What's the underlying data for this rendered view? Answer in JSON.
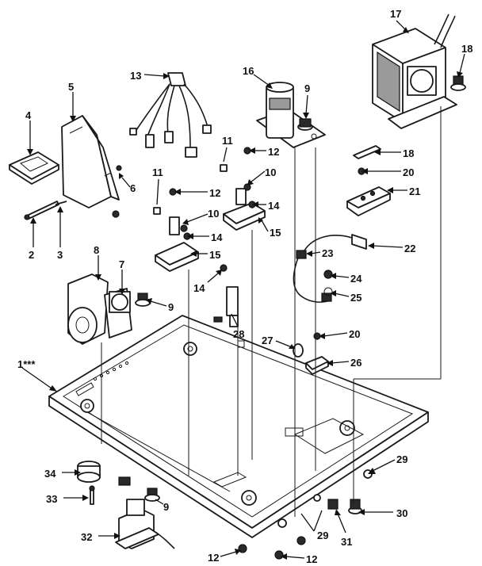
{
  "callouts": [
    {
      "key": "c1",
      "text": "1***"
    },
    {
      "key": "c2",
      "text": "2"
    },
    {
      "key": "c3",
      "text": "3"
    },
    {
      "key": "c4",
      "text": "4"
    },
    {
      "key": "c5",
      "text": "5"
    },
    {
      "key": "c6",
      "text": "6"
    },
    {
      "key": "c7",
      "text": "7"
    },
    {
      "key": "c8",
      "text": "8"
    },
    {
      "key": "c9a",
      "text": "9"
    },
    {
      "key": "c9b",
      "text": "9"
    },
    {
      "key": "c9c",
      "text": "9"
    },
    {
      "key": "c10a",
      "text": "10"
    },
    {
      "key": "c10b",
      "text": "10"
    },
    {
      "key": "c11a",
      "text": "11"
    },
    {
      "key": "c11b",
      "text": "11"
    },
    {
      "key": "c12a",
      "text": "12"
    },
    {
      "key": "c12b",
      "text": "12"
    },
    {
      "key": "c12c",
      "text": "12"
    },
    {
      "key": "c12d",
      "text": "12"
    },
    {
      "key": "c13",
      "text": "13"
    },
    {
      "key": "c14a",
      "text": "14"
    },
    {
      "key": "c14b",
      "text": "14"
    },
    {
      "key": "c14c",
      "text": "14"
    },
    {
      "key": "c15a",
      "text": "15"
    },
    {
      "key": "c15b",
      "text": "15"
    },
    {
      "key": "c16",
      "text": "16"
    },
    {
      "key": "c17",
      "text": "17"
    },
    {
      "key": "c18a",
      "text": "18"
    },
    {
      "key": "c18b",
      "text": "18"
    },
    {
      "key": "c20a",
      "text": "20"
    },
    {
      "key": "c20b",
      "text": "20"
    },
    {
      "key": "c21",
      "text": "21"
    },
    {
      "key": "c22",
      "text": "22"
    },
    {
      "key": "c23",
      "text": "23"
    },
    {
      "key": "c24",
      "text": "24"
    },
    {
      "key": "c25",
      "text": "25"
    },
    {
      "key": "c26",
      "text": "26"
    },
    {
      "key": "c27",
      "text": "27"
    },
    {
      "key": "c28",
      "text": "28"
    },
    {
      "key": "c29a",
      "text": "29"
    },
    {
      "key": "c29b",
      "text": "29"
    },
    {
      "key": "c30",
      "text": "30"
    },
    {
      "key": "c31",
      "text": "31"
    },
    {
      "key": "c32",
      "text": "32"
    },
    {
      "key": "c33",
      "text": "33"
    },
    {
      "key": "c34",
      "text": "34"
    }
  ]
}
